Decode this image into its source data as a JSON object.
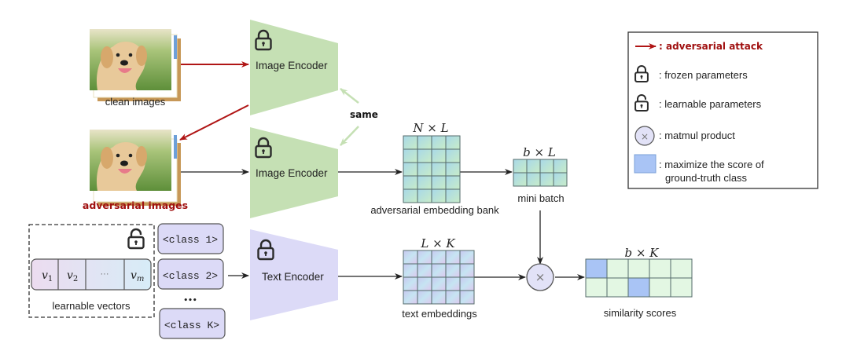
{
  "images": {
    "clean_label": "clean images",
    "adversarial_label": "adversarial images"
  },
  "encoders": {
    "image_encoder_1": "Image Encoder",
    "image_encoder_2": "Image Encoder",
    "text_encoder": "Text Encoder",
    "same_label": "same"
  },
  "prompt": {
    "vectors": [
      "v1",
      "v2",
      "···",
      "vm"
    ],
    "vector_sub": [
      "1",
      "2",
      "",
      "m"
    ],
    "label": "learnable vectors",
    "classes": [
      "<class 1>",
      "<class 2>",
      "<class K>"
    ],
    "ellipsis": "•••"
  },
  "matrices": {
    "bank_dims": "N × L",
    "bank_label": "adversarial embedding bank",
    "batch_dims": "b × L",
    "batch_label": "mini batch",
    "text_dims": "L × K",
    "text_label": "text embeddings",
    "sim_dims": "b × K",
    "sim_label": "similarity scores",
    "bank_grid": {
      "rows": 5,
      "cols": 4
    },
    "batch_grid": {
      "rows": 2,
      "cols": 4
    },
    "text_grid": {
      "rows": 4,
      "cols": 5
    },
    "sim_grid": {
      "rows": 2,
      "cols": 5,
      "highlight": [
        [
          0,
          0
        ],
        [
          1,
          2
        ]
      ]
    }
  },
  "legend": {
    "items": [
      {
        "icon": "red-arrow-icon",
        "text": ": adversarial attack"
      },
      {
        "icon": "locked-padlock-icon",
        "text": ": frozen parameters"
      },
      {
        "icon": "unlocked-padlock-icon",
        "text": ": learnable parameters"
      },
      {
        "icon": "matmul-circle-icon",
        "text": ": matmul product"
      },
      {
        "icon": "blue-square-icon",
        "text": ": maximize the score of",
        "text2": "ground-truth class"
      }
    ]
  },
  "colors": {
    "attack_red": "#b01515",
    "image_encoder_green": "#c5e0b4",
    "text_encoder_lavender": "#dcdaf7",
    "highlight_blue": "#a9c4f5",
    "sim_cell": "#e3f7e3",
    "same_arrow": "#c5e0b4"
  }
}
